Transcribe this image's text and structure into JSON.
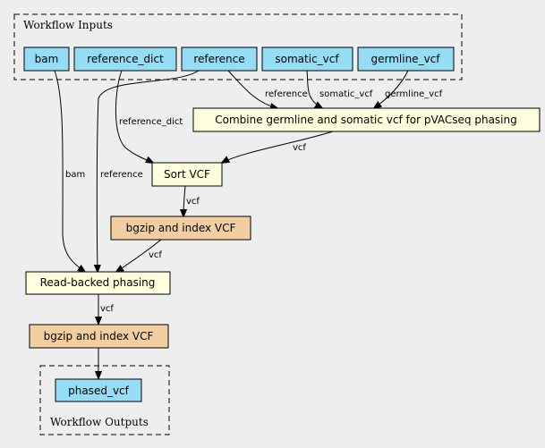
{
  "clusters": {
    "inputs_label": "Workflow Inputs",
    "outputs_label": "Workflow Outputs"
  },
  "nodes": {
    "bam": "bam",
    "reference_dict": "reference_dict",
    "reference": "reference",
    "somatic_vcf": "somatic_vcf",
    "germline_vcf": "germline_vcf",
    "combine": "Combine germline and somatic vcf for pVACseq phasing",
    "sort": "Sort VCF",
    "bgzip1": "bgzip and index VCF",
    "phasing": "Read-backed phasing",
    "bgzip2": "bgzip and index VCF",
    "phased_vcf": "phased_vcf"
  },
  "edges": {
    "bam_phasing": "bam",
    "refdict_sort": "reference_dict",
    "ref_phasing": "reference",
    "ref_combine": "reference",
    "somatic_combine": "somatic_vcf",
    "germline_combine": "germline_vcf",
    "combine_sort": "vcf",
    "sort_bgzip1": "vcf",
    "bgzip1_phasing": "vcf",
    "phasing_bgzip2": "vcf"
  },
  "colors": {
    "input_fill": "#94ddf4",
    "step_fill": "#ffffdd",
    "tool_fill": "#f3cea1",
    "background": "#eeeeee"
  }
}
